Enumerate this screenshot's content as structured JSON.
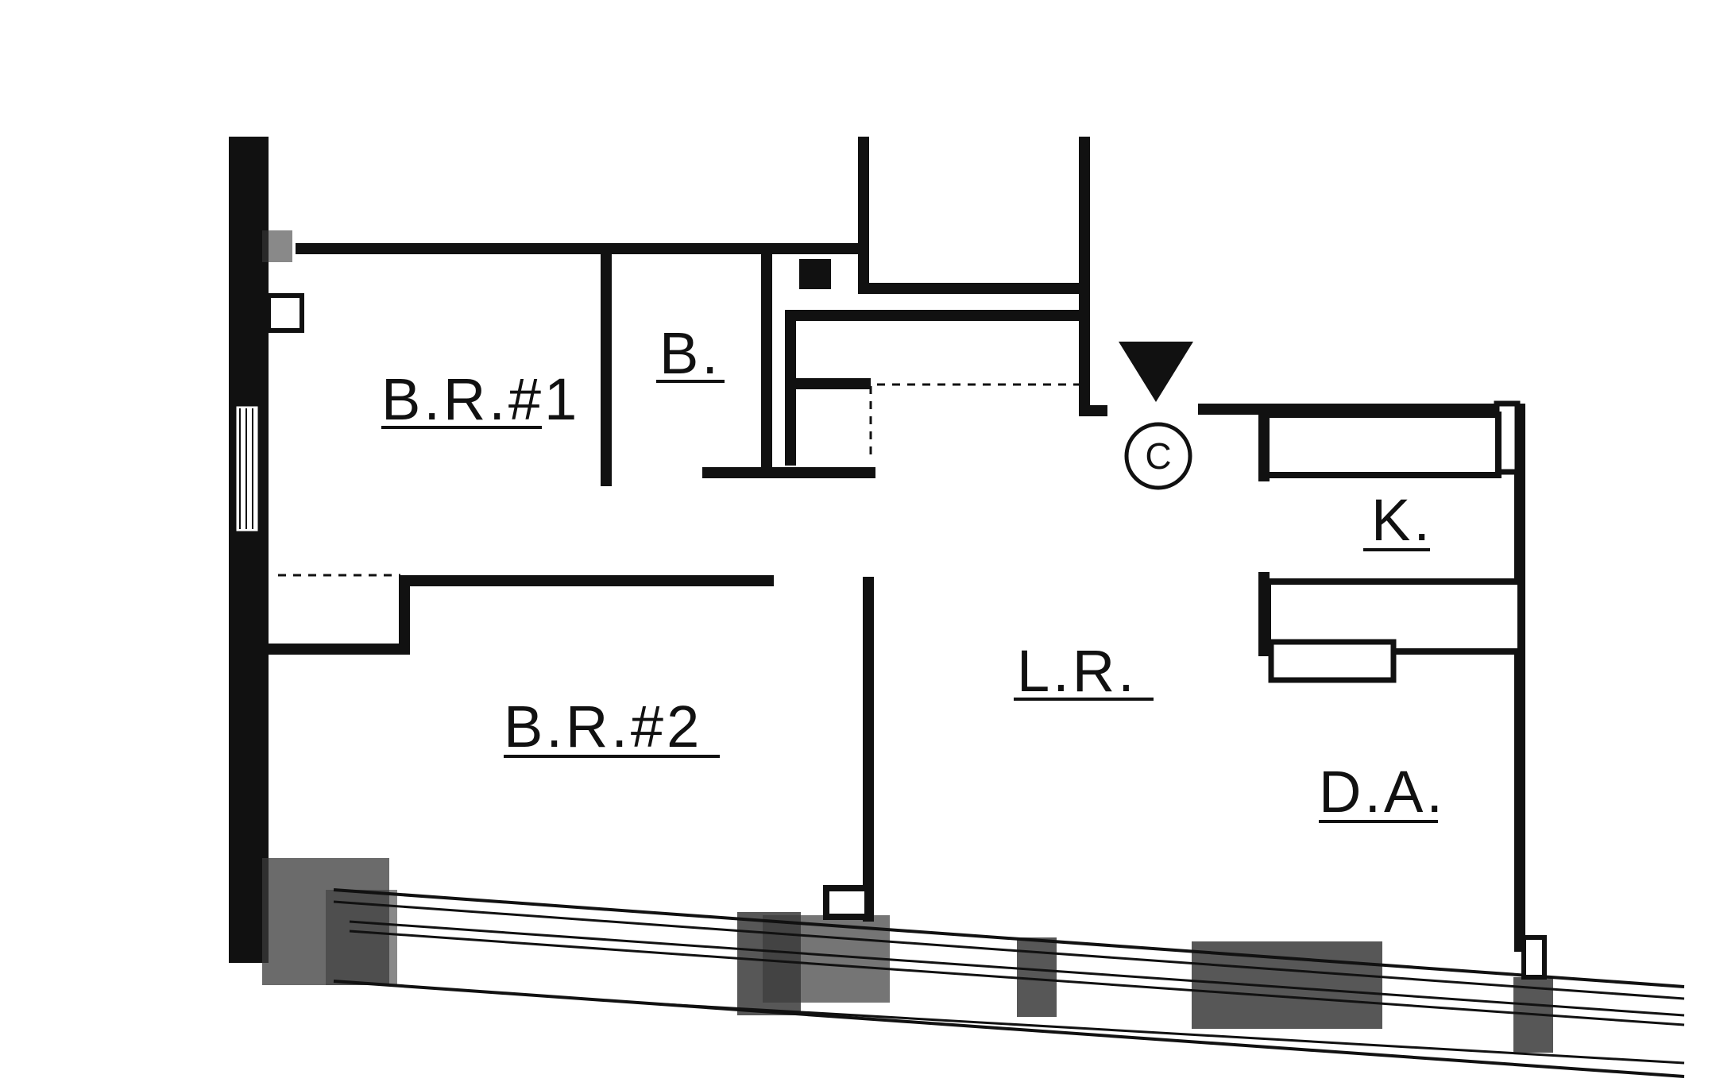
{
  "rooms": {
    "bedroom1": "B.R.#1",
    "bath": "B.",
    "bedroom2": "B.R.#2",
    "living_room": "L.R.",
    "kitchen": "K.",
    "dining_area": "D.A."
  },
  "marker": {
    "letter": "C"
  },
  "colors": {
    "ink": "#111111",
    "paper": "#ffffff"
  }
}
